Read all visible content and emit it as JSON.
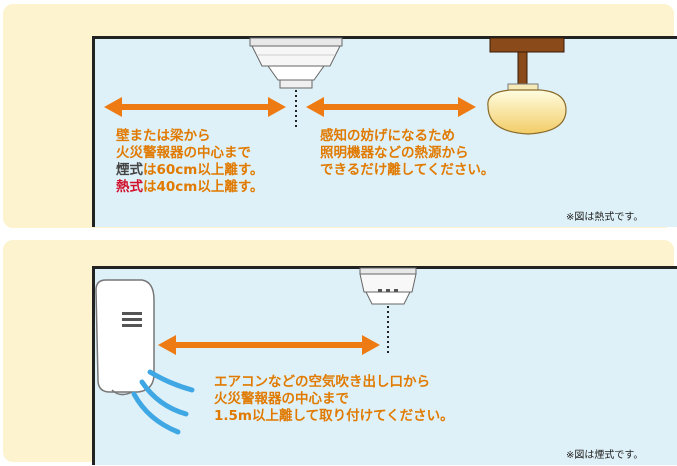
{
  "top_panel": {
    "left_text": {
      "line1": "壁または梁から",
      "line2": "火災警報器の中心まで",
      "line3_type": "煙式",
      "line3_rest": "は60cm以上離す。",
      "line4_type": "熱式",
      "line4_rest": "は40cm以上離す。"
    },
    "right_text": {
      "line1": "感知の妨げになるため",
      "line2": "照明機器などの熱源から",
      "line3": "できるだけ離してください。"
    },
    "note": "※図は熱式です。"
  },
  "bottom_panel": {
    "text": {
      "line1": "エアコンなどの空気吹き出し口から",
      "line2": "火災警報器の中心まで",
      "line3": "1.5m以上離して取り付けてください。"
    },
    "note": "※図は煙式です。"
  },
  "colors": {
    "panel": "#fdf3cf",
    "room": "#dff1f8",
    "arrow": "#ee7a13",
    "text": "#e07a00",
    "red": "#d0102a"
  }
}
